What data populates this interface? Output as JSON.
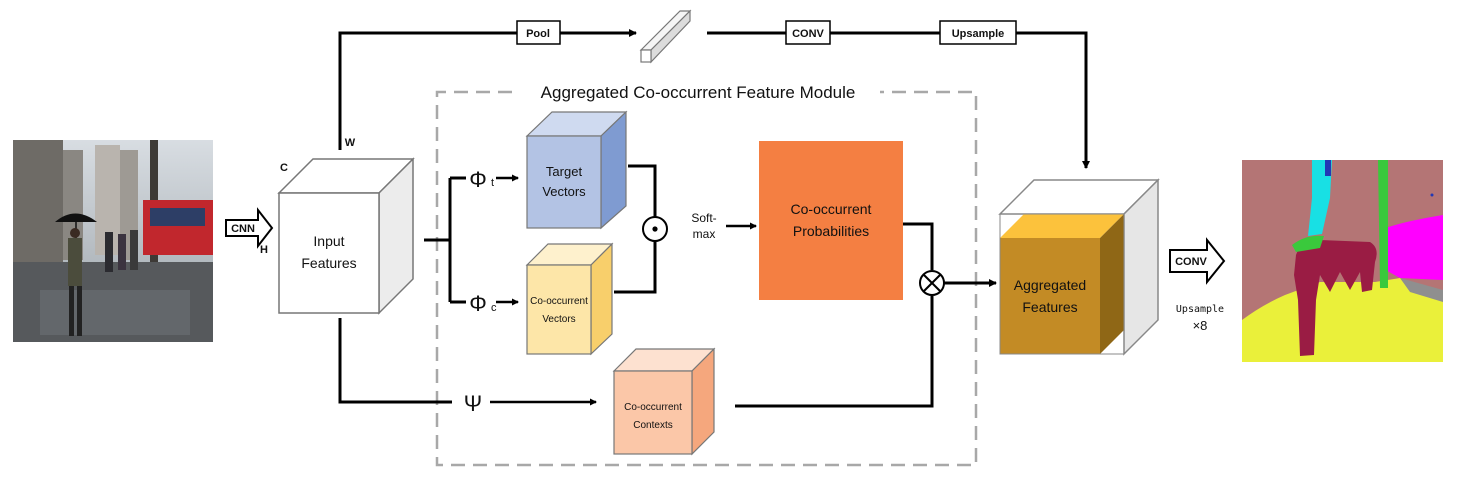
{
  "module_title": "Aggregated Co-occurrent Feature Module",
  "ops": {
    "pool": "Pool",
    "conv_top": "CONV",
    "upsample_top": "Upsample",
    "cnn": "CNN",
    "conv_right": "CONV",
    "upsample_right": "Upsample",
    "upsample_factor": "×8",
    "softmax_line1": "Soft-",
    "softmax_line2": "max"
  },
  "dims": {
    "c": "C",
    "w": "W",
    "h": "H"
  },
  "functions": {
    "phi_t": "Φ",
    "phi_t_sub": "t",
    "phi_c": "Φ",
    "phi_c_sub": "c",
    "psi": "Ψ"
  },
  "blocks": {
    "input_line1": "Input",
    "input_line2": "Features",
    "target_line1": "Target",
    "target_line2": "Vectors",
    "cov_line1": "Co-occurrent",
    "cov_line2": "Vectors",
    "prob_line1": "Co-occurrent",
    "prob_line2": "Probabilities",
    "ctx_line1": "Co-occurrent",
    "ctx_line2": "Contexts",
    "agg_line1": "Aggregated",
    "agg_line2": "Features"
  },
  "colors": {
    "target_front": "#b3c3e4",
    "target_top": "#cfdaf0",
    "target_side": "#7f9bd1",
    "cov_front": "#fde6a8",
    "cov_top": "#fef1cd",
    "cov_side": "#f8cf6b",
    "prob": "#f47f42",
    "ctx_front": "#fbc7a8",
    "ctx_top": "#fde1d0",
    "ctx_side": "#f5a77d",
    "agg_front": "#c38b25",
    "agg_top": "#fcc23c",
    "agg_side": "#8f6716",
    "seg_bg": "#b47575",
    "seg_yellow": "#eaf03a",
    "seg_magenta": "#ff00ff",
    "seg_maroon": "#9a1c44",
    "seg_cyan": "#18e0e4",
    "seg_green": "#3ac93c"
  }
}
